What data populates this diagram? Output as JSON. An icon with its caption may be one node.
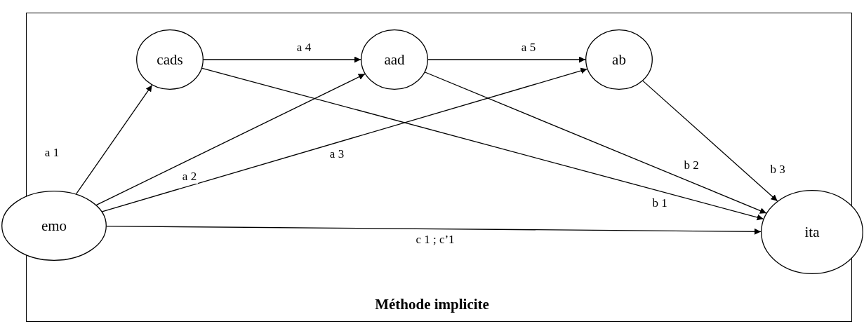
{
  "diagram": {
    "title": "Méthode implicite",
    "nodes": [
      {
        "text": [
          "emo"
        ]
      },
      {
        "text": [
          "cads"
        ]
      },
      {
        "text": [
          "aad"
        ]
      },
      {
        "text": [
          "ab"
        ]
      },
      {
        "text": [
          "ita"
        ]
      }
    ],
    "edges": [
      {
        "from": 0,
        "to": 1,
        "arrow": "to",
        "label": "a 1"
      },
      {
        "from": 0,
        "to": 2,
        "arrow": "to",
        "label": "a 2"
      },
      {
        "from": 0,
        "to": 3,
        "arrow": "to",
        "label": "a 3"
      },
      {
        "from": 1,
        "to": 2,
        "arrow": "to",
        "label": "a 4"
      },
      {
        "from": 2,
        "to": 3,
        "arrow": "to",
        "label": "a 5"
      },
      {
        "from": 1,
        "to": 4,
        "arrow": "to",
        "label": "b 1"
      },
      {
        "from": 2,
        "to": 4,
        "arrow": "to",
        "label": "b 2"
      },
      {
        "from": 3,
        "to": 4,
        "arrow": "to",
        "label": "b 3"
      },
      {
        "from": 0,
        "to": 4,
        "arrow": "to",
        "label": "c 1 ; c’1"
      }
    ]
  }
}
